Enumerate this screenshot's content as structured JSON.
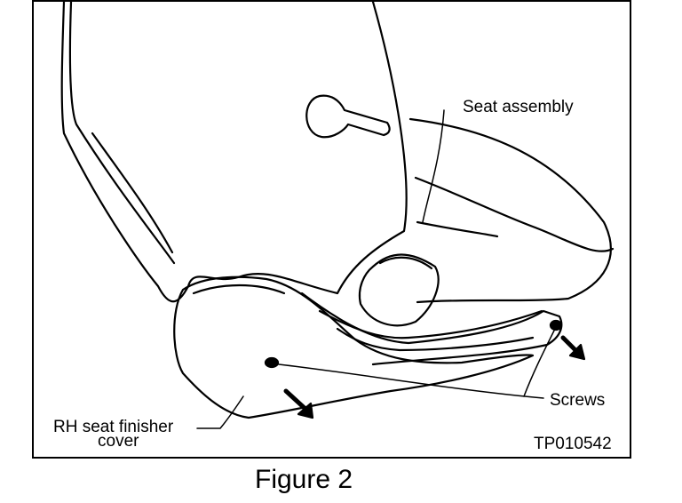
{
  "labels": {
    "seat_assembly": "Seat assembly",
    "screws": "Screws",
    "finisher_line1": "RH seat finisher",
    "finisher_line2": "cover",
    "code": "TP010542"
  },
  "caption": "Figure 2",
  "icons": [
    "arrow-icon",
    "screw-icon"
  ]
}
